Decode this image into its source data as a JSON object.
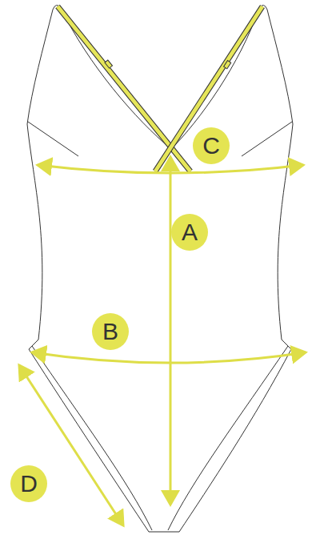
{
  "diagram": {
    "nodes": [
      {
        "text": [
          "C"
        ]
      },
      {
        "text": [
          "A"
        ]
      },
      {
        "text": [
          "B"
        ]
      },
      {
        "text": [
          "D"
        ]
      }
    ]
  }
}
